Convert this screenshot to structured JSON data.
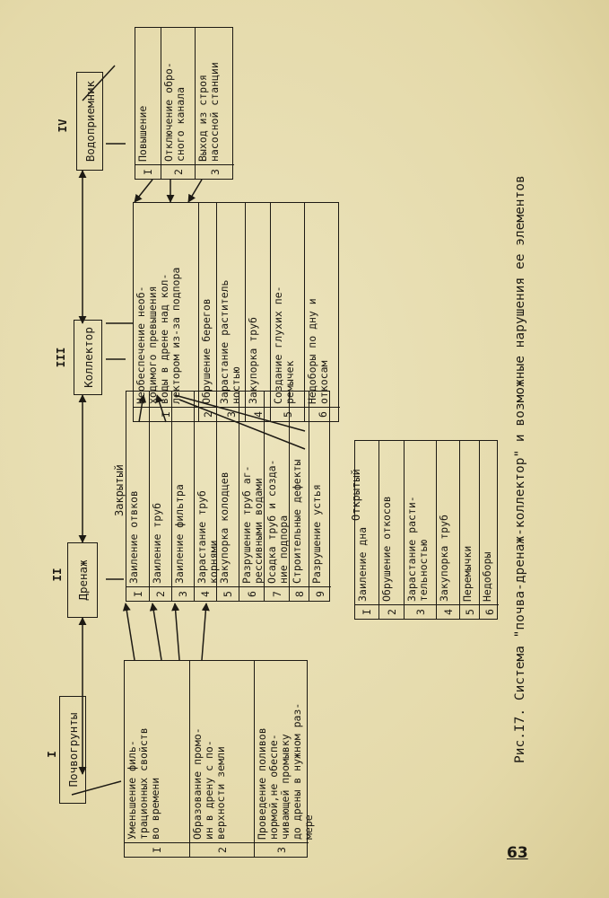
{
  "figure_caption": "Рис.I7. Система \"почва-дренаж-коллектор\" и возможные нарушения ее элементов",
  "page_number": "63",
  "nodes": [
    {
      "roman": "I",
      "label": "Почвогрунты"
    },
    {
      "roman": "II",
      "label": "Дренаж"
    },
    {
      "roman": "III",
      "label": "Коллектор"
    },
    {
      "roman": "IV",
      "label": "Водоприемник"
    }
  ],
  "captions": {
    "closed": "Закрытый",
    "open": "Открытый"
  },
  "soils": [
    {
      "n": "I",
      "t": "Уменьшение филь-\nтрационных свойств\nво времени"
    },
    {
      "n": "2",
      "t": "Образование промо-\nин в дрену с по-\nверхности земли"
    },
    {
      "n": "3",
      "t": "Проведение поливов\nнормой,не обеспе-\nчивающей промывку\nдо дрены в нужном раз-\nмере"
    }
  ],
  "closed": [
    {
      "n": "I",
      "t": "Заиление отвков"
    },
    {
      "n": "2",
      "t": "Заиление труб"
    },
    {
      "n": "3",
      "t": "Заиление фильтра"
    },
    {
      "n": "4",
      "t": "Зарастание труб\nкорнями"
    },
    {
      "n": "5",
      "t": "Закупорка колодцев"
    },
    {
      "n": "6",
      "t": "Разрушение труб аг-\nрессивными водами"
    },
    {
      "n": "7",
      "t": "Осадка труб и созда-\nние подпора"
    },
    {
      "n": "8",
      "t": "Строительные дефекты"
    },
    {
      "n": "9",
      "t": "Разрушение устья"
    }
  ],
  "coll": [
    {
      "n": "I",
      "t": "Необеспечение необ-\nходимого превышения\nводы в дрене над кол-\nлектором из-за подпора"
    },
    {
      "n": "2",
      "t": "Обрушение берегов"
    },
    {
      "n": "3",
      "t": "Зарастание раститель\nностью"
    },
    {
      "n": "4",
      "t": "Закупорка труб"
    },
    {
      "n": "5",
      "t": "Создание глухих пе-\nремычек"
    },
    {
      "n": "6",
      "t": "Недоборы по дну и\nоткосам"
    }
  ],
  "recip": [
    {
      "n": "I",
      "t": "Повышение"
    },
    {
      "n": "2",
      "t": "Отключение обро-\nсного канала"
    },
    {
      "n": "3",
      "t": "Выход из строя\nнасосной станции"
    }
  ],
  "open": [
    {
      "n": "I",
      "t": "Заиление дна"
    },
    {
      "n": "2",
      "t": "Обрушение откосов"
    },
    {
      "n": "3",
      "t": "Зарастание расти-\nтельностью"
    },
    {
      "n": "4",
      "t": "Закупорка труб"
    },
    {
      "n": "5",
      "t": "Перемычки"
    },
    {
      "n": "6",
      "t": "Недоборы"
    }
  ]
}
